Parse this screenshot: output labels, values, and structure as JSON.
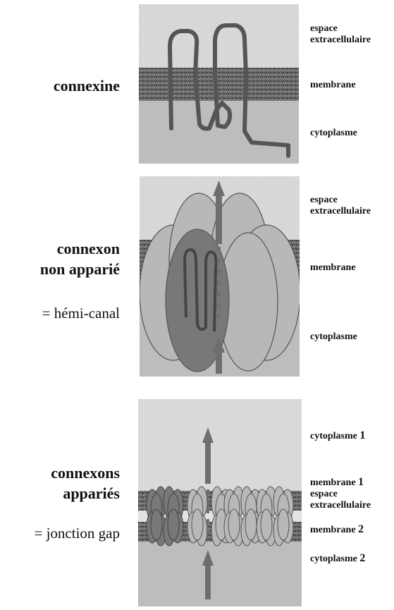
{
  "panels": [
    {
      "title": "connexine",
      "labels": {
        "top_line1": "espace",
        "top_line2": "extracellulaire",
        "middle": "membrane",
        "bottom": "cytoplasme"
      }
    },
    {
      "title_line1": "connexon",
      "title_line2": "non apparié",
      "subtitle": "= hémi-canal",
      "labels": {
        "top_line1": "espace",
        "top_line2": "extracellulaire",
        "middle": "membrane",
        "bottom": "cytoplasme"
      }
    },
    {
      "title_line1": "connexons",
      "title_line2": "appariés",
      "subtitle": "= jonction gap",
      "labels": {
        "cyto1": "cytoplasme",
        "cyto1_num": "1",
        "mem1": "membrane",
        "mem1_num": "1",
        "espace_line1": "espace",
        "espace_line2": "extracellulaire",
        "mem2": "membrane",
        "mem2_num": "2",
        "cyto2": "cytoplasme",
        "cyto2_num": "2"
      }
    }
  ],
  "colors": {
    "extracellular": "#d6d6d6",
    "membrane": "#6f6f6f",
    "cytoplasm": "#bcbcbc",
    "protein_strand": "#555555",
    "connexin_light": "#b8b8b8",
    "connexin_dark": "#777777",
    "arrow": "#6e6e6e"
  }
}
